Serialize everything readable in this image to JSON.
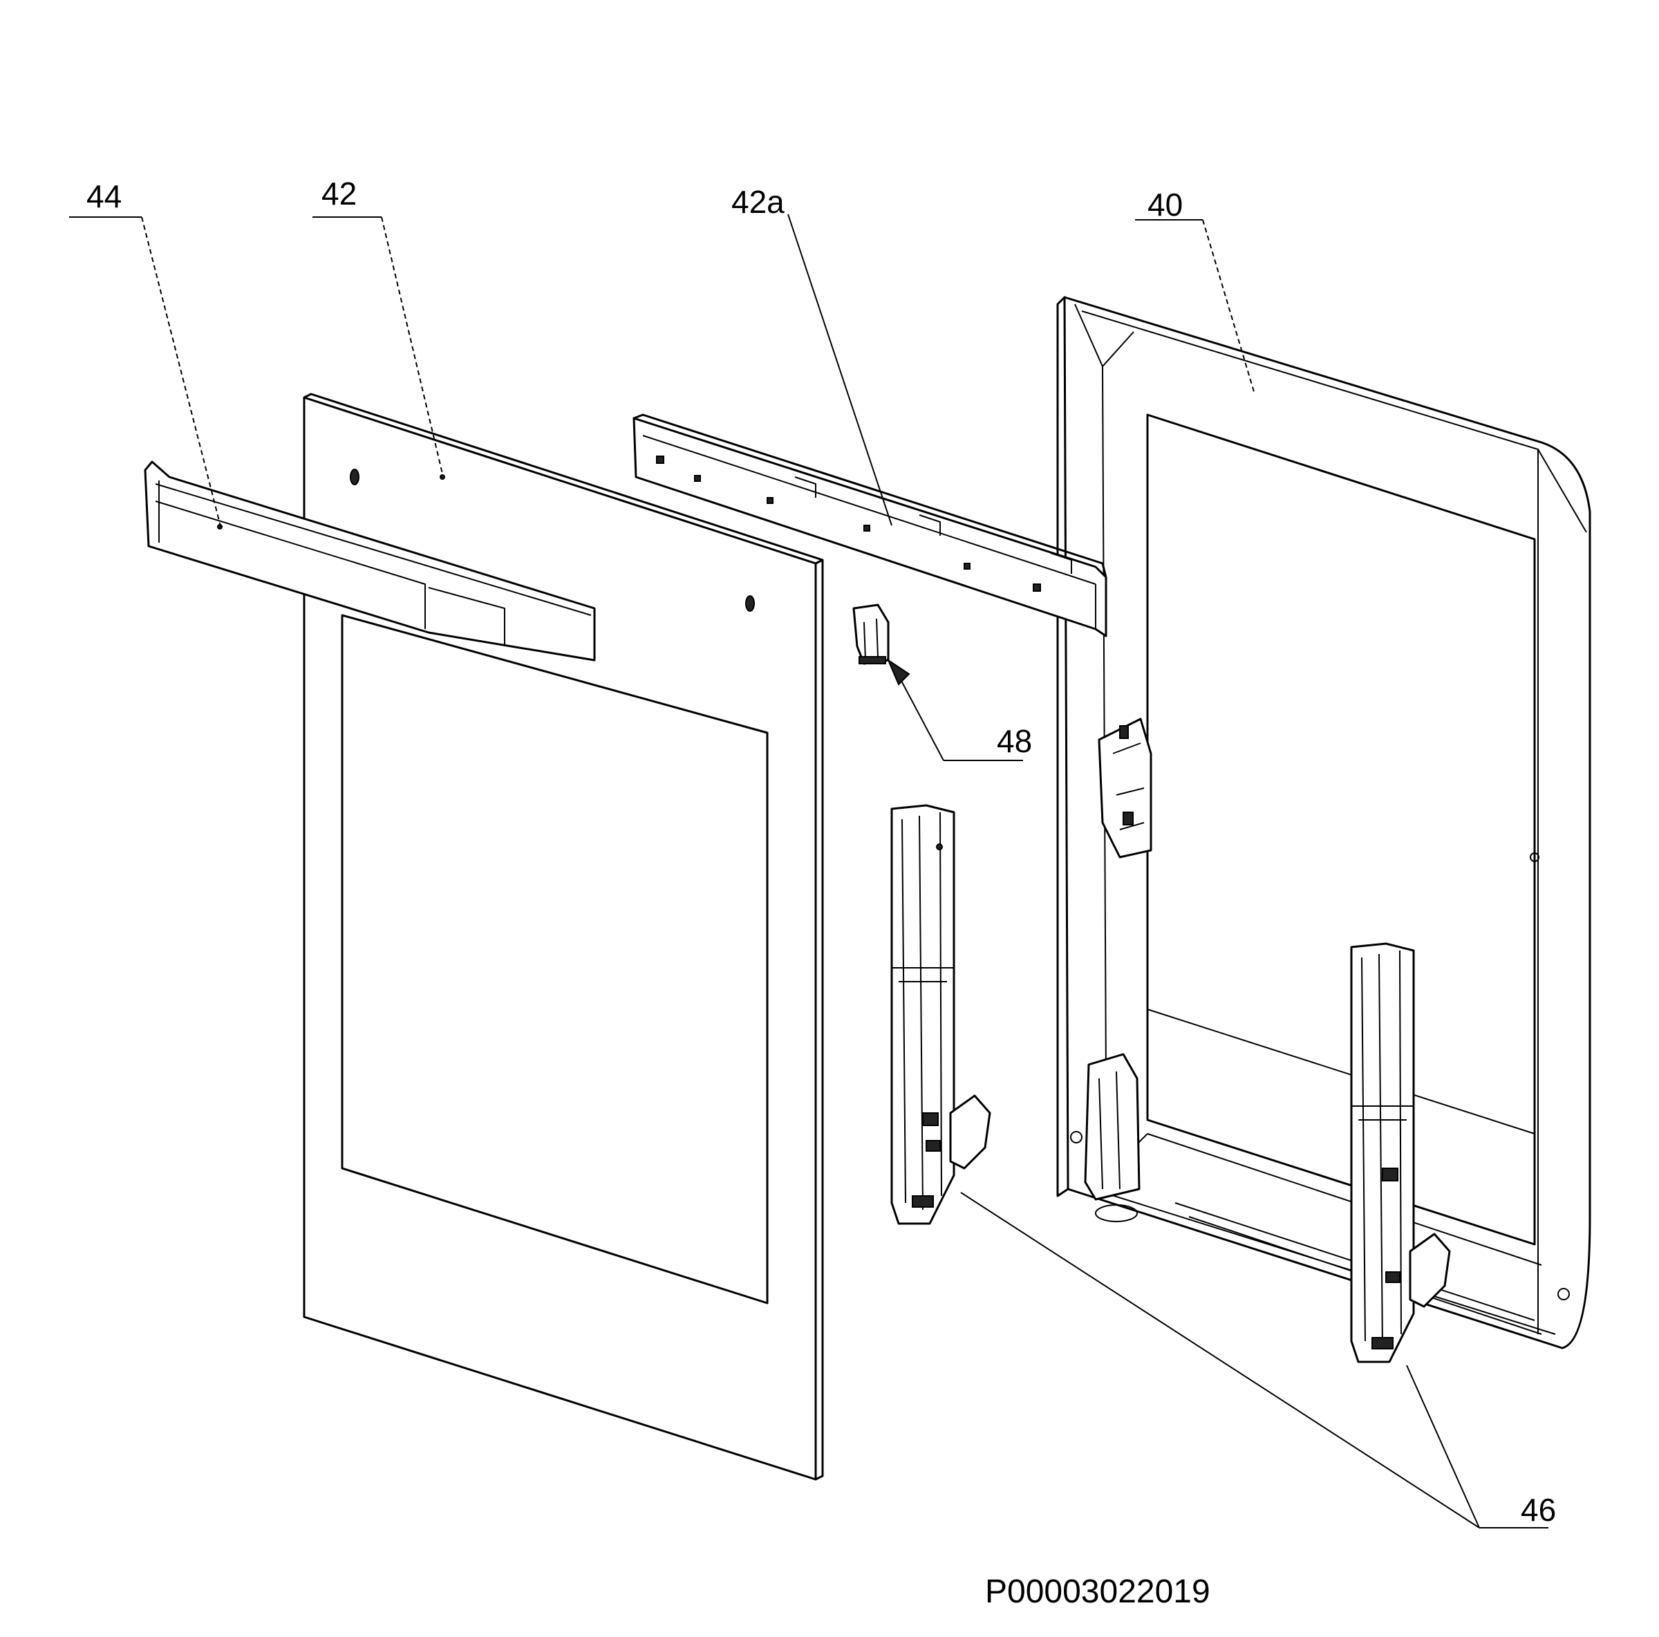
{
  "labels": {
    "door_inner": "40",
    "glass_panel": "42",
    "rail": "42a",
    "handle": "44",
    "hinges": "46",
    "catch": "48"
  },
  "part_code": "P00003022019"
}
